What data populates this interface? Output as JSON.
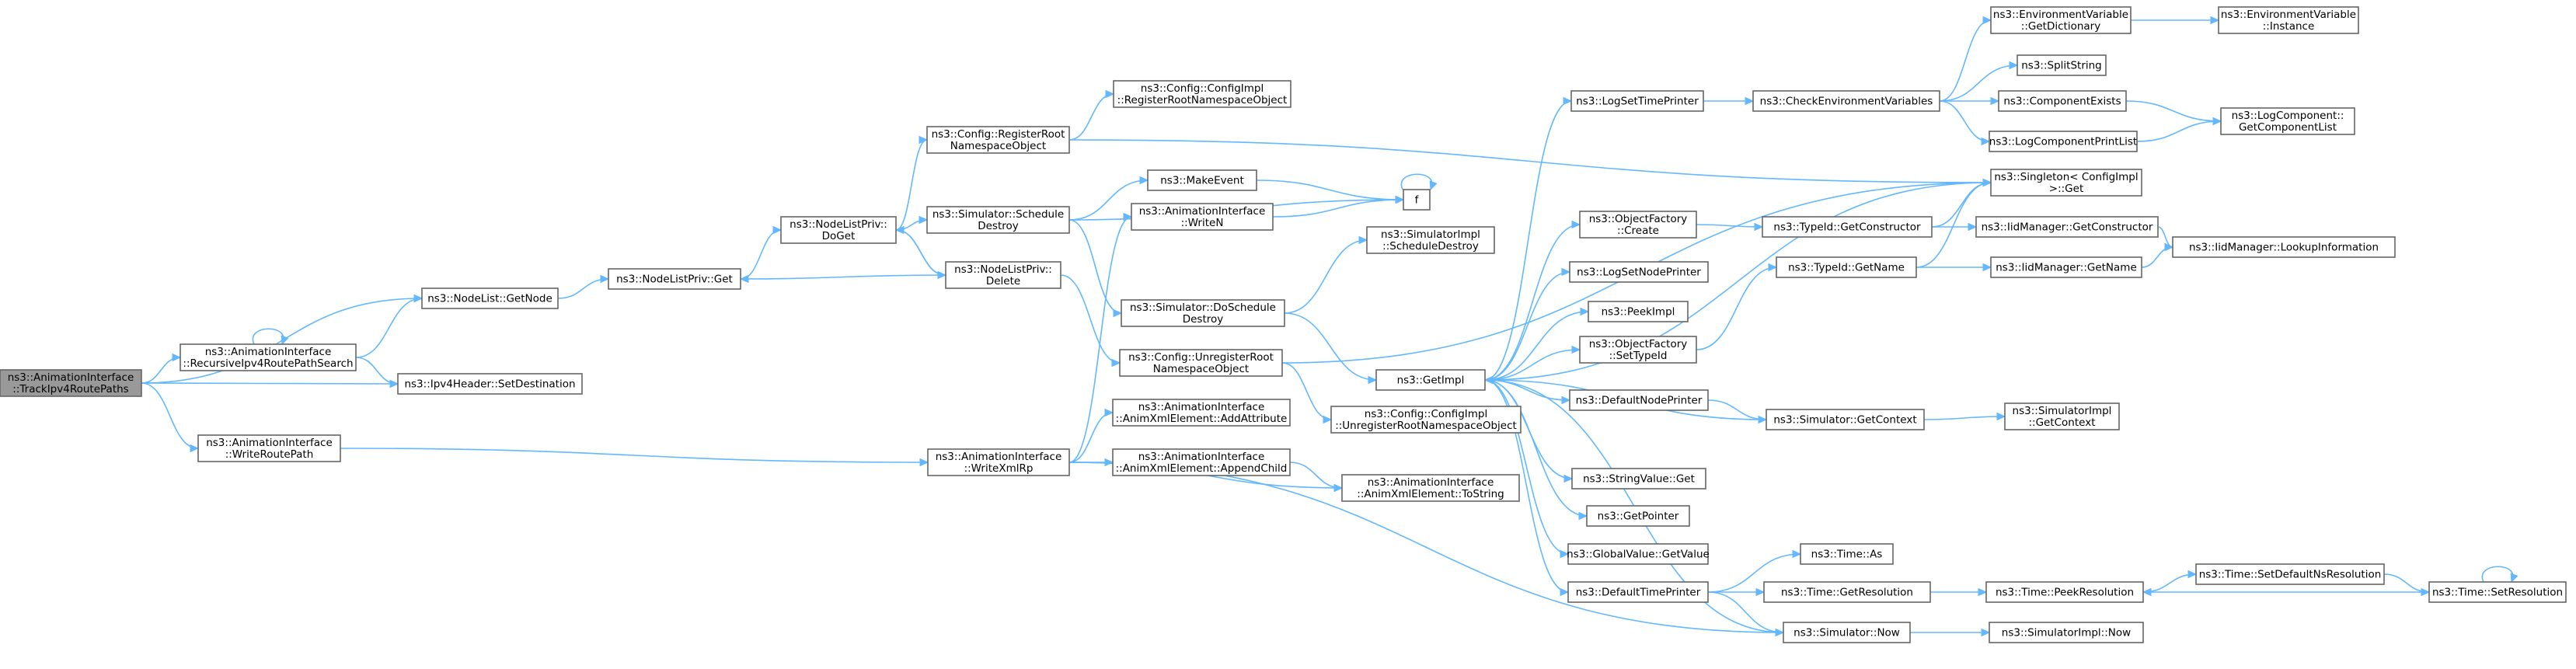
{
  "graph": {
    "colors": {
      "edge": "#63b8ff",
      "root_fill": "#999999",
      "node_fill": "#ffffff",
      "node_border": "#666666"
    },
    "nodes": [
      {
        "id": "track",
        "lines": [
          "ns3::AnimationInterface",
          "::TrackIpv4RoutePaths"
        ],
        "root": true
      },
      {
        "id": "nodelistgetnode",
        "lines": [
          "ns3::NodeList::GetNode"
        ]
      },
      {
        "id": "recursive",
        "lines": [
          "ns3::AnimationInterface",
          "::RecursiveIpv4RoutePathSearch"
        ]
      },
      {
        "id": "setdest",
        "lines": [
          "ns3::Ipv4Header::SetDestination"
        ]
      },
      {
        "id": "writeroutepath",
        "lines": [
          "ns3::AnimationInterface",
          "::WriteRoutePath"
        ]
      },
      {
        "id": "nlpget",
        "lines": [
          "ns3::NodeListPriv::Get"
        ]
      },
      {
        "id": "nlpdoget",
        "lines": [
          "ns3::NodeListPriv::",
          "DoGet"
        ]
      },
      {
        "id": "writexmlrp",
        "lines": [
          "ns3::AnimationInterface",
          "::WriteXmlRp"
        ]
      },
      {
        "id": "cfgregroot",
        "lines": [
          "ns3::Config::RegisterRoot",
          "NamespaceObject"
        ]
      },
      {
        "id": "simschedule",
        "lines": [
          "ns3::Simulator::Schedule",
          "Destroy"
        ]
      },
      {
        "id": "nlpdelete",
        "lines": [
          "ns3::NodeListPriv::",
          "Delete"
        ]
      },
      {
        "id": "cfgimplreg",
        "lines": [
          "ns3::Config::ConfigImpl",
          "::RegisterRootNamespaceObject"
        ]
      },
      {
        "id": "makeevent",
        "lines": [
          "ns3::MakeEvent"
        ]
      },
      {
        "id": "writen",
        "lines": [
          "ns3::AnimationInterface",
          "::WriteN"
        ]
      },
      {
        "id": "simdoschedule",
        "lines": [
          "ns3::Simulator::DoSchedule",
          "Destroy"
        ]
      },
      {
        "id": "cfgunreg",
        "lines": [
          "ns3::Config::UnregisterRoot",
          "NamespaceObject"
        ]
      },
      {
        "id": "addattr",
        "lines": [
          "ns3::AnimationInterface",
          "::AnimXmlElement::AddAttribute"
        ]
      },
      {
        "id": "appendchild",
        "lines": [
          "ns3::AnimationInterface",
          "::AnimXmlElement::AppendChild"
        ]
      },
      {
        "id": "tostring",
        "lines": [
          "ns3::AnimationInterface",
          "::AnimXmlElement::ToString"
        ]
      },
      {
        "id": "f",
        "lines": [
          "f"
        ]
      },
      {
        "id": "simimplsched",
        "lines": [
          "ns3::SimulatorImpl",
          "::ScheduleDestroy"
        ]
      },
      {
        "id": "getimpl",
        "lines": [
          "ns3::GetImpl"
        ]
      },
      {
        "id": "cfgimplunreg",
        "lines": [
          "ns3::Config::ConfigImpl",
          "::UnregisterRootNamespaceObject"
        ]
      },
      {
        "id": "logsettime",
        "lines": [
          "ns3::LogSetTimePrinter"
        ]
      },
      {
        "id": "objfactcreate",
        "lines": [
          "ns3::ObjectFactory",
          "::Create"
        ]
      },
      {
        "id": "logsetnode",
        "lines": [
          "ns3::LogSetNodePrinter"
        ]
      },
      {
        "id": "peekimpl",
        "lines": [
          "ns3::PeekImpl"
        ]
      },
      {
        "id": "objfactsettype",
        "lines": [
          "ns3::ObjectFactory",
          "::SetTypeId"
        ]
      },
      {
        "id": "defnodeprinter",
        "lines": [
          "ns3::DefaultNodePrinter"
        ]
      },
      {
        "id": "stringvalue",
        "lines": [
          "ns3::StringValue::Get"
        ]
      },
      {
        "id": "getpointer",
        "lines": [
          "ns3::GetPointer"
        ]
      },
      {
        "id": "globalvalue",
        "lines": [
          "ns3::GlobalValue::GetValue"
        ]
      },
      {
        "id": "deftimeprinter",
        "lines": [
          "ns3::DefaultTimePrinter"
        ]
      },
      {
        "id": "checkenv",
        "lines": [
          "ns3::CheckEnvironmentVariables"
        ]
      },
      {
        "id": "typeidgetctor",
        "lines": [
          "ns3::TypeId::GetConstructor"
        ]
      },
      {
        "id": "typeidgetname",
        "lines": [
          "ns3::TypeId::GetName"
        ]
      },
      {
        "id": "simgetctx",
        "lines": [
          "ns3::Simulator::GetContext"
        ]
      },
      {
        "id": "timeas",
        "lines": [
          "ns3::Time::As"
        ]
      },
      {
        "id": "timegetres",
        "lines": [
          "ns3::Time::GetResolution"
        ]
      },
      {
        "id": "simnow",
        "lines": [
          "ns3::Simulator::Now"
        ]
      },
      {
        "id": "envdict",
        "lines": [
          "ns3::EnvironmentVariable",
          "::GetDictionary"
        ]
      },
      {
        "id": "splitstring",
        "lines": [
          "ns3::SplitString"
        ]
      },
      {
        "id": "compexists",
        "lines": [
          "ns3::ComponentExists"
        ]
      },
      {
        "id": "logcompprint",
        "lines": [
          "ns3::LogComponentPrintList"
        ]
      },
      {
        "id": "singleton",
        "lines": [
          "ns3::Singleton< ConfigImpl",
          " >::Get"
        ]
      },
      {
        "id": "iidgetctor",
        "lines": [
          "ns3::IidManager::GetConstructor"
        ]
      },
      {
        "id": "iidgetname",
        "lines": [
          "ns3::IidManager::GetName"
        ]
      },
      {
        "id": "simimplgetctx",
        "lines": [
          "ns3::SimulatorImpl",
          "::GetContext"
        ]
      },
      {
        "id": "peekres",
        "lines": [
          "ns3::Time::PeekResolution"
        ]
      },
      {
        "id": "simimplnow",
        "lines": [
          "ns3::SimulatorImpl::Now"
        ]
      },
      {
        "id": "envinstance",
        "lines": [
          "ns3::EnvironmentVariable",
          "::Instance"
        ]
      },
      {
        "id": "logcompget",
        "lines": [
          "ns3::LogComponent::",
          "GetComponentList"
        ]
      },
      {
        "id": "iidlookup",
        "lines": [
          "ns3::IidManager::LookupInformation"
        ]
      },
      {
        "id": "setdefaultres",
        "lines": [
          "ns3::Time::SetDefaultNsResolution"
        ]
      },
      {
        "id": "setres",
        "lines": [
          "ns3::Time::SetResolution"
        ]
      }
    ]
  }
}
